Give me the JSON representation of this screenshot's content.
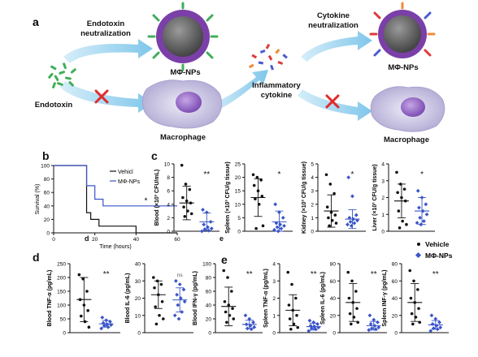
{
  "panel_a": {
    "letter": "a",
    "endotoxin_neutralization": [
      "Endotoxin",
      "neutralization"
    ],
    "cytokine_neutralization": [
      "Cytokine",
      "neutralization"
    ],
    "mnp_label_1": "MΦ-NPs",
    "mnp_label_2": "MΦ-NPs",
    "endotoxin_label": "Endotoxin",
    "macrophage_label_1": "Macrophage",
    "macrophage_label_2": "Macrophage",
    "inflammatory_cytokine": [
      "Inflammatory",
      "cytokine"
    ]
  },
  "letters": {
    "b": "b",
    "c": "c",
    "d": "d",
    "e": "e"
  },
  "legend_main": {
    "vehicle": "Vehicle",
    "mnp": "MΦ-NPs"
  },
  "colors": {
    "vehicle": "#111111",
    "mnp": "#3a55c8",
    "purple": "#7b3fa8",
    "cell": "#cfc8e6"
  },
  "chart_data": [
    {
      "type": "line",
      "title": "",
      "xlabel": "Time (hours)",
      "ylabel": "Survival (%)",
      "xlim": [
        0,
        60
      ],
      "ylim": [
        0,
        100
      ],
      "xticks": [
        0,
        20,
        40,
        60
      ],
      "yticks": [
        0,
        20,
        40,
        60,
        80,
        100
      ],
      "annotation": "*",
      "series": [
        {
          "name": "Vehicl",
          "x": [
            0,
            16,
            16,
            18,
            18,
            22,
            22,
            40,
            40,
            60
          ],
          "y": [
            100,
            100,
            30,
            30,
            20,
            20,
            10,
            10,
            0,
            0
          ]
        },
        {
          "name": "MΦ-NPs",
          "x": [
            0,
            16,
            16,
            20,
            20,
            24,
            24,
            60
          ],
          "y": [
            100,
            100,
            70,
            70,
            50,
            50,
            40,
            40
          ]
        }
      ]
    },
    {
      "type": "scatter",
      "ylabel": "Blood (×10³ CFU/mL)",
      "ylim": [
        0,
        10
      ],
      "yticks": [
        0,
        2,
        4,
        6,
        8,
        10
      ],
      "annotation": "**",
      "groups": [
        {
          "name": "Vehicle",
          "mean": 4.2,
          "sd": 2.5,
          "values": [
            9.8,
            7.0,
            6.2,
            5.0,
            4.5,
            4.2,
            3.6,
            3.0,
            2.6,
            2.2
          ]
        },
        {
          "name": "MΦ-NPs",
          "mean": 1.4,
          "sd": 1.3,
          "values": [
            3.2,
            2.8,
            1.4,
            1.0,
            0.6,
            0.4,
            0.3,
            0.1,
            0.0
          ]
        }
      ]
    },
    {
      "type": "scatter",
      "ylabel": "Spleen (×10³ CFU/g tissue)",
      "ylim": [
        0,
        25
      ],
      "yticks": [
        0,
        5,
        10,
        15,
        20,
        25
      ],
      "annotation": "*",
      "groups": [
        {
          "name": "Vehicle",
          "mean": 12.5,
          "sd": 7,
          "values": [
            21,
            20,
            19,
            17,
            15,
            13,
            12,
            10,
            2,
            1
          ]
        },
        {
          "name": "MΦ-NPs",
          "mean": 3.5,
          "sd": 4,
          "values": [
            10,
            7,
            5,
            3,
            2.5,
            2,
            1.5,
            1,
            0.5,
            0
          ]
        }
      ]
    },
    {
      "type": "scatter",
      "ylabel": "Kidney (×10³ CFU/g tissue)",
      "ylim": [
        0,
        5
      ],
      "yticks": [
        0,
        1,
        2,
        3,
        4,
        5
      ],
      "annotation": "*",
      "groups": [
        {
          "name": "Vehicle",
          "mean": 1.5,
          "sd": 1.2,
          "values": [
            4.2,
            3.5,
            2.8,
            1.8,
            1.4,
            1.2,
            1.0,
            0.8,
            0.6,
            0.4
          ]
        },
        {
          "name": "MΦ-NPs",
          "mean": 0.9,
          "sd": 0.7,
          "values": [
            4.0,
            2.6,
            1.2,
            1.0,
            0.9,
            0.8,
            0.7,
            0.6,
            0.5,
            0.4
          ]
        }
      ]
    },
    {
      "type": "scatter",
      "ylabel": "Liver (×10³ CFU/g tissue)",
      "ylim": [
        0,
        4
      ],
      "yticks": [
        0,
        1,
        2,
        3,
        4
      ],
      "annotation": "*",
      "groups": [
        {
          "name": "Vehicle",
          "mean": 1.8,
          "sd": 1.0,
          "values": [
            3.5,
            2.8,
            2.5,
            2.3,
            2.0,
            1.8,
            1.2,
            0.6,
            0.4,
            0.2
          ]
        },
        {
          "name": "MΦ-NPs",
          "mean": 1.2,
          "sd": 0.8,
          "values": [
            2.4,
            2.0,
            1.6,
            1.4,
            1.2,
            1.0,
            0.8,
            0.6,
            0.5,
            0.4
          ]
        }
      ]
    },
    {
      "type": "scatter",
      "ylabel": "Blood TNF-α (pg/mL)",
      "ylim": [
        0,
        250
      ],
      "yticks": [
        0,
        50,
        100,
        150,
        200,
        250
      ],
      "annotation": "**",
      "groups": [
        {
          "name": "Vehicle",
          "mean": 120,
          "sd": 80,
          "values": [
            210,
            195,
            150,
            120,
            100,
            80,
            60,
            40,
            20
          ]
        },
        {
          "name": "MΦ-NPs",
          "mean": 32,
          "sd": 12,
          "values": [
            55,
            45,
            40,
            35,
            30,
            28,
            25,
            20,
            15
          ]
        }
      ]
    },
    {
      "type": "scatter",
      "ylabel": "Blood IL-6 (pg/mL)",
      "ylim": [
        0,
        40
      ],
      "yticks": [
        0,
        10,
        20,
        30,
        40
      ],
      "annotation": "ns",
      "groups": [
        {
          "name": "Vehicle",
          "mean": 22,
          "sd": 8,
          "values": [
            32,
            30,
            28,
            26,
            22,
            18,
            15,
            10,
            8,
            5
          ]
        },
        {
          "name": "MΦ-NPs",
          "mean": 19,
          "sd": 7,
          "values": [
            30,
            28,
            25,
            22,
            20,
            18,
            16,
            12,
            10,
            8
          ]
        }
      ]
    },
    {
      "type": "scatter",
      "ylabel": "Blood IFN-γ (pg/mL)",
      "ylim": [
        0,
        100
      ],
      "yticks": [
        0,
        20,
        40,
        60,
        80,
        100
      ],
      "annotation": "**",
      "groups": [
        {
          "name": "Vehicle",
          "mean": 38,
          "sd": 28,
          "values": [
            90,
            80,
            60,
            45,
            40,
            35,
            30,
            25,
            20,
            15
          ]
        },
        {
          "name": "MΦ-NPs",
          "mean": 12,
          "sd": 6,
          "values": [
            25,
            20,
            15,
            12,
            10,
            8,
            6,
            5
          ]
        }
      ]
    },
    {
      "type": "scatter",
      "ylabel": "Spleen TNF-α (pg/mL)",
      "ylim": [
        0,
        4
      ],
      "yticks": [
        0,
        1,
        2,
        3,
        4
      ],
      "annotation": "**",
      "groups": [
        {
          "name": "Vehicle",
          "mean": 1.3,
          "sd": 0.9,
          "values": [
            3.5,
            2.8,
            2.0,
            1.6,
            1.3,
            1.0,
            0.8,
            0.5,
            0.3,
            0.2
          ]
        },
        {
          "name": "MΦ-NPs",
          "mean": 0.35,
          "sd": 0.2,
          "values": [
            0.7,
            0.6,
            0.5,
            0.4,
            0.35,
            0.3,
            0.25,
            0.2,
            0.1
          ]
        }
      ]
    },
    {
      "type": "scatter",
      "ylabel": "Spleen IL-6 (pg/mL)",
      "ylim": [
        0,
        80
      ],
      "yticks": [
        0,
        20,
        40,
        60,
        80
      ],
      "annotation": "**",
      "groups": [
        {
          "name": "Vehicle",
          "mean": 35,
          "sd": 22,
          "values": [
            70,
            60,
            48,
            40,
            35,
            28,
            22,
            18,
            12,
            10
          ]
        },
        {
          "name": "MΦ-NPs",
          "mean": 8,
          "sd": 5,
          "values": [
            20,
            15,
            12,
            10,
            8,
            6,
            5,
            4,
            3
          ]
        }
      ]
    },
    {
      "type": "scatter",
      "ylabel": "Spleen INF-γ (pg/mL)",
      "ylim": [
        0,
        80
      ],
      "yticks": [
        0,
        20,
        40,
        60,
        80
      ],
      "annotation": "**",
      "groups": [
        {
          "name": "Vehicle",
          "mean": 35,
          "sd": 22,
          "values": [
            72,
            60,
            50,
            40,
            35,
            28,
            22,
            18,
            12,
            10
          ]
        },
        {
          "name": "MΦ-NPs",
          "mean": 9,
          "sd": 5,
          "values": [
            20,
            16,
            12,
            10,
            8,
            6,
            5,
            4,
            2
          ]
        }
      ]
    }
  ]
}
